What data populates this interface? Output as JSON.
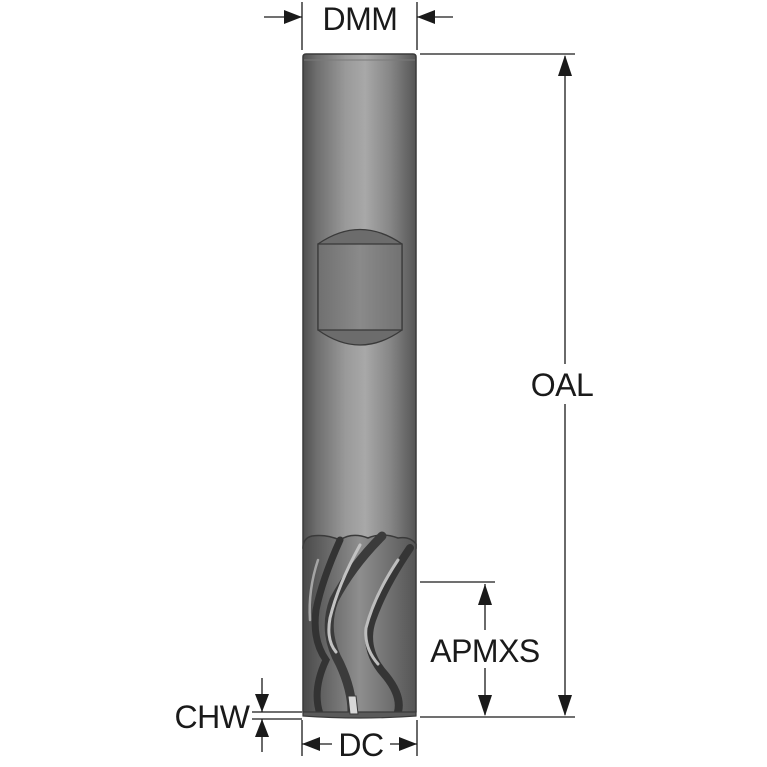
{
  "labels": {
    "dmm": "DMM",
    "oal": "OAL",
    "apmxs": "APMXS",
    "chw": "CHW",
    "dc": "DC"
  },
  "colors": {
    "tool_dark": "#5f5f5f",
    "tool_mid": "#8c8c8c",
    "tool_light": "#b4b4b4",
    "dimension": "#1a1a1a"
  }
}
